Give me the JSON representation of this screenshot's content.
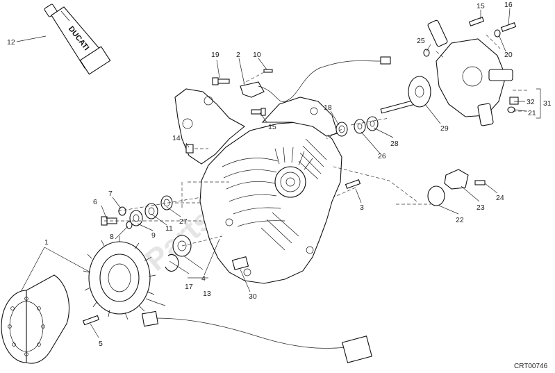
{
  "diagram": {
    "code": "CRT00746",
    "watermark": "Partsrepublik",
    "tube_brand": "DUCATI",
    "callouts": [
      {
        "id": "c1",
        "text": "1"
      },
      {
        "id": "c2",
        "text": "2"
      },
      {
        "id": "c3",
        "text": "3"
      },
      {
        "id": "c4",
        "text": "4"
      },
      {
        "id": "c5",
        "text": "5"
      },
      {
        "id": "c6",
        "text": "6"
      },
      {
        "id": "c7",
        "text": "7"
      },
      {
        "id": "c8",
        "text": "8"
      },
      {
        "id": "c9",
        "text": "9"
      },
      {
        "id": "c10",
        "text": "10"
      },
      {
        "id": "c11",
        "text": "11"
      },
      {
        "id": "c12",
        "text": "12"
      },
      {
        "id": "c13",
        "text": "13"
      },
      {
        "id": "c14",
        "text": "14"
      },
      {
        "id": "c15a",
        "text": "15"
      },
      {
        "id": "c15b",
        "text": "15"
      },
      {
        "id": "c16",
        "text": "16"
      },
      {
        "id": "c17",
        "text": "17"
      },
      {
        "id": "c18",
        "text": "18"
      },
      {
        "id": "c19",
        "text": "19"
      },
      {
        "id": "c20",
        "text": "20"
      },
      {
        "id": "c21",
        "text": "21"
      },
      {
        "id": "c22",
        "text": "22"
      },
      {
        "id": "c23",
        "text": "23"
      },
      {
        "id": "c24",
        "text": "24"
      },
      {
        "id": "c25",
        "text": "25"
      },
      {
        "id": "c26",
        "text": "26"
      },
      {
        "id": "c27",
        "text": "27"
      },
      {
        "id": "c28",
        "text": "28"
      },
      {
        "id": "c29",
        "text": "29"
      },
      {
        "id": "c30",
        "text": "30"
      },
      {
        "id": "c31",
        "text": "31"
      },
      {
        "id": "c32",
        "text": "32"
      }
    ]
  }
}
